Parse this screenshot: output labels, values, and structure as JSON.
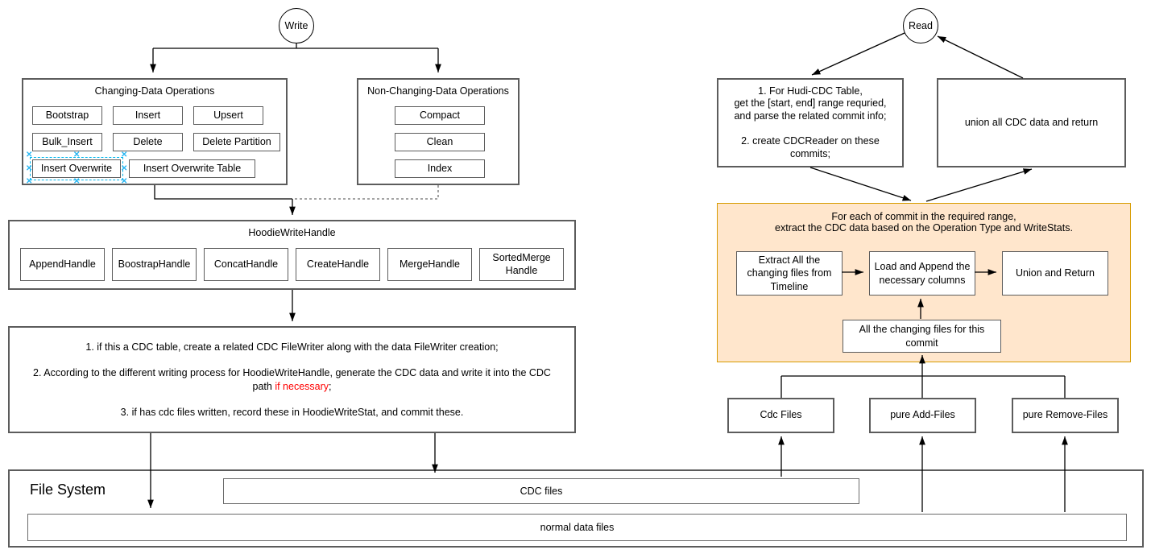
{
  "write": {
    "start_label": "Write",
    "changing_ops": {
      "title": "Changing-Data Operations",
      "items": [
        "Bootstrap",
        "Insert",
        "Upsert",
        "Bulk_Insert",
        "Delete",
        "Delete Partition",
        "Insert Overwrite",
        "Insert Overwrite Table"
      ]
    },
    "non_changing_ops": {
      "title": "Non-Changing-Data Operations",
      "items": [
        "Compact",
        "Clean",
        "Index"
      ]
    },
    "write_handle": {
      "title": "HoodieWriteHandle",
      "items": [
        "AppendHandle",
        "BoostrapHandle",
        "ConcatHandle",
        "CreateHandle",
        "MergeHandle",
        "SortedMerge\nHandle"
      ]
    },
    "notes": {
      "line1": "1. if this a CDC table, create a related CDC FileWriter along with the data FileWriter creation;",
      "line2_prefix": "2. According to the different writing process for HoodieWriteHandle, generate the CDC data and write it into the CDC path ",
      "line2_highlight": "if necessary",
      "line2_suffix": ";",
      "line3": "3. if has cdc files written, record these in HoodieWriteStat, and commit these."
    }
  },
  "read": {
    "start_label": "Read",
    "prepare_box": "1. For Hudi-CDC Table,\nget the [start, end] range requried,\nand parse the related commit info;\n\n2. create CDCReader on these\ncommits;",
    "union_box": "union all CDC data and return",
    "per_commit": {
      "title": "For each of commit in the required range,\nextract the CDC data based on the Operation Type and WriteStats.",
      "steps": [
        "Extract All the changing files from Timeline",
        "Load and Append the necessary columns",
        "Union and Return"
      ],
      "changing_files": "All the changing files for this commit"
    },
    "file_groups": [
      "Cdc Files",
      "pure Add-Files",
      "pure Remove-Files"
    ]
  },
  "file_system": {
    "title": "File System",
    "cdc_files_label": "CDC files",
    "normal_files_label": "normal data files"
  },
  "colors": {
    "highlight": "#ff0000",
    "orange_fill": "#ffe6cc",
    "orange_stroke": "#d79b00",
    "selection": "#29b6f2",
    "border": "#5c5c5c"
  }
}
